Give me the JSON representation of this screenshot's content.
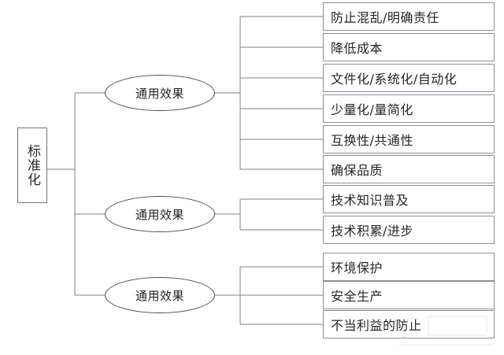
{
  "diagram": {
    "type": "tree-diagram",
    "title_text": "标准化",
    "orientation": "left-to-right",
    "colors": {
      "background": "#ffffff",
      "root_border": "#6e7479",
      "ellipse_border": "#4a4f54",
      "box_border": "#8c9196",
      "connector": "#7c8186",
      "text": "#262626"
    },
    "root": {
      "label": "标准化",
      "shape": "rectangle-vertical-text"
    },
    "branches": [
      {
        "id": "branch-1",
        "node_label": "通用效果",
        "shape": "ellipse",
        "leaves": [
          {
            "id": "leaf-1",
            "label": "防止混乱/明确责任"
          },
          {
            "id": "leaf-2",
            "label": "降低成本"
          },
          {
            "id": "leaf-3",
            "label": "文件化/系统化/自动化"
          },
          {
            "id": "leaf-4",
            "label": "少量化/量简化"
          },
          {
            "id": "leaf-5",
            "label": "互换性/共通性"
          },
          {
            "id": "leaf-6",
            "label": "确保品质"
          }
        ]
      },
      {
        "id": "branch-2",
        "node_label": "通用效果",
        "shape": "ellipse",
        "leaves": [
          {
            "id": "leaf-7",
            "label": "技术知识普及"
          },
          {
            "id": "leaf-8",
            "label": "技术积累/进步"
          }
        ]
      },
      {
        "id": "branch-3",
        "node_label": "通用效果",
        "shape": "ellipse",
        "leaves": [
          {
            "id": "leaf-9",
            "label": "环境保护"
          },
          {
            "id": "leaf-10",
            "label": "安全生产"
          },
          {
            "id": "leaf-11",
            "label": "不当利益的防止"
          }
        ]
      }
    ]
  }
}
